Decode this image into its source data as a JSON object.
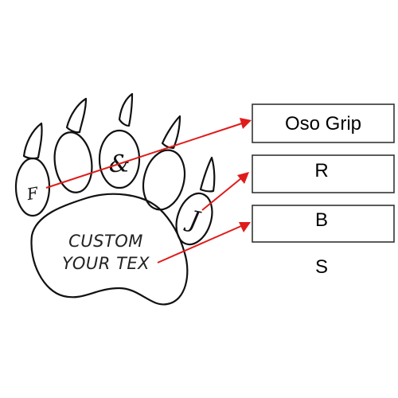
{
  "paw": {
    "pad_text_line1": "CUSTOM",
    "pad_text_line2": "YOUR TEX",
    "toe_initials": [
      "F",
      "&",
      "J"
    ]
  },
  "labels": {
    "font_style": "Oso Grip",
    "right_toe": "R",
    "bottom_pad": "B",
    "size": "S"
  },
  "colors": {
    "arrow": "#e01b1b",
    "outline": "#111111"
  }
}
